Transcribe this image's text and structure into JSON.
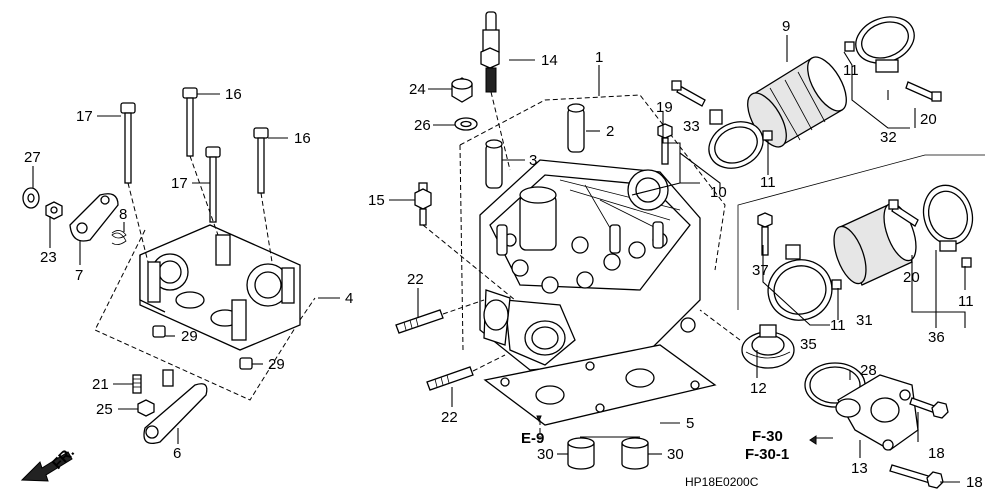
{
  "callouts": {
    "p1": "1",
    "p2": "2",
    "p3": "3",
    "p4": "4",
    "p5": "5",
    "p6": "6",
    "p7": "7",
    "p8": "8",
    "p9": "9",
    "p10": "10",
    "p11a": "11",
    "p11b": "11",
    "p11c": "11",
    "p11d": "11",
    "p12": "12",
    "p13": "13",
    "p14": "14",
    "p15": "15",
    "p16a": "16",
    "p16b": "16",
    "p17a": "17",
    "p17b": "17",
    "p18a": "18",
    "p18b": "18",
    "p19": "19",
    "p20a": "20",
    "p20b": "20",
    "p21": "21",
    "p22a": "22",
    "p22b": "22",
    "p23": "23",
    "p24": "24",
    "p25": "25",
    "p26": "26",
    "p27": "27",
    "p28": "28",
    "p29a": "29",
    "p29b": "29",
    "p30a": "30",
    "p30b": "30",
    "p31": "31",
    "p32": "32",
    "p33": "33",
    "p35": "35",
    "p36": "36",
    "p37": "37"
  },
  "refs": {
    "e9": "E-9",
    "f30": "F-30",
    "f30_1": "F-30-1",
    "front": "FR."
  },
  "diagram_code": "HP18E0200C",
  "icons": {
    "front_arrow": "front-direction-arrow-icon"
  }
}
